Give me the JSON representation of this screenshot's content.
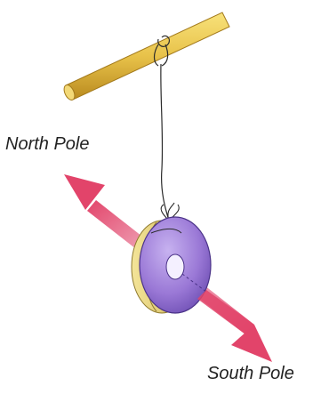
{
  "labels": {
    "north": "North Pole",
    "south": "South Pole"
  },
  "colors": {
    "stick": "#e8c24a",
    "stick_shadow": "#b98a1e",
    "string": "#2a2a2a",
    "magnet_face": "#9a78d6",
    "magnet_rim": "#e6d27a",
    "arrow": "#e2446a"
  },
  "icons": {
    "stick": "wooden-stick",
    "magnet": "ring-magnet",
    "arrow": "double-headed-arrow"
  }
}
